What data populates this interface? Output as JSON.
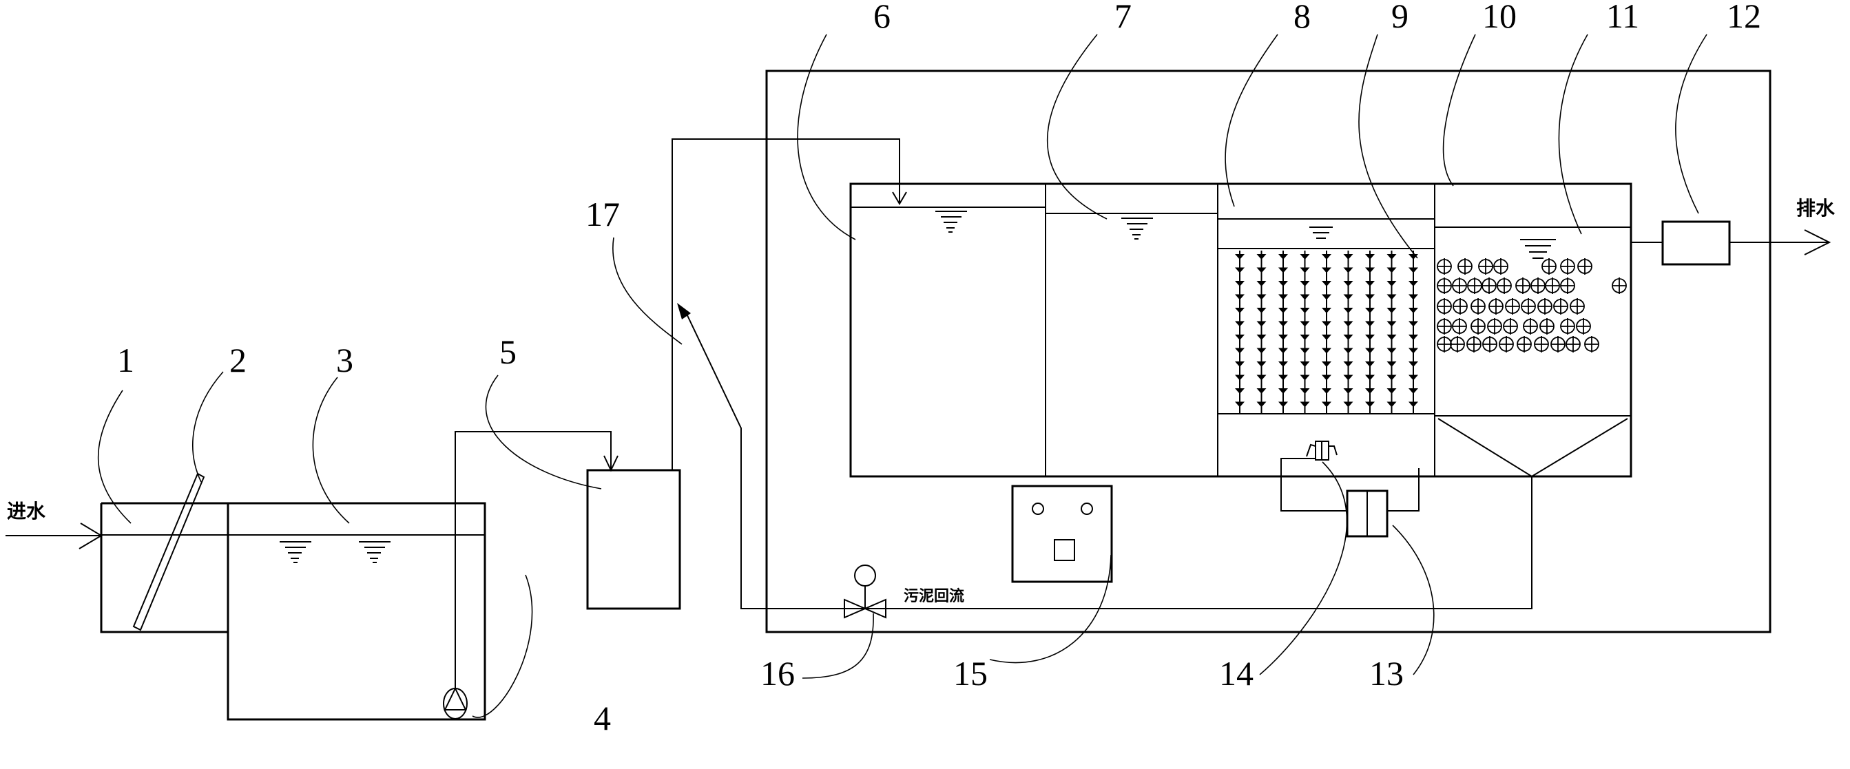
{
  "diagram": {
    "type": "wastewater treatment process flow schematic",
    "flow_labels": {
      "inlet": "进水",
      "outlet": "排水",
      "sludge_return": "污泥回流"
    },
    "callouts": [
      {
        "id": 1,
        "label": "1",
        "target": "inlet chamber"
      },
      {
        "id": 2,
        "label": "2",
        "target": "bar screen"
      },
      {
        "id": 3,
        "label": "3",
        "target": "regulating tank"
      },
      {
        "id": 4,
        "label": "4",
        "target": "lift pump"
      },
      {
        "id": 5,
        "label": "5",
        "target": "head tank"
      },
      {
        "id": 6,
        "label": "6",
        "target": "anaerobic compartment"
      },
      {
        "id": 7,
        "label": "7",
        "target": "anoxic compartment"
      },
      {
        "id": 8,
        "label": "8",
        "target": "aerobic compartment"
      },
      {
        "id": 9,
        "label": "9",
        "target": "biofilm carrier media"
      },
      {
        "id": 10,
        "label": "10",
        "target": "settling compartment"
      },
      {
        "id": 11,
        "label": "11",
        "target": "suspended filler balls"
      },
      {
        "id": 12,
        "label": "12",
        "target": "disinfection unit"
      },
      {
        "id": 13,
        "label": "13",
        "target": "blower"
      },
      {
        "id": 14,
        "label": "14",
        "target": "aerator"
      },
      {
        "id": 15,
        "label": "15",
        "target": "control cabinet"
      },
      {
        "id": 16,
        "label": "16",
        "target": "sludge return valve"
      },
      {
        "id": 17,
        "label": "17",
        "target": "sludge return line"
      }
    ]
  }
}
